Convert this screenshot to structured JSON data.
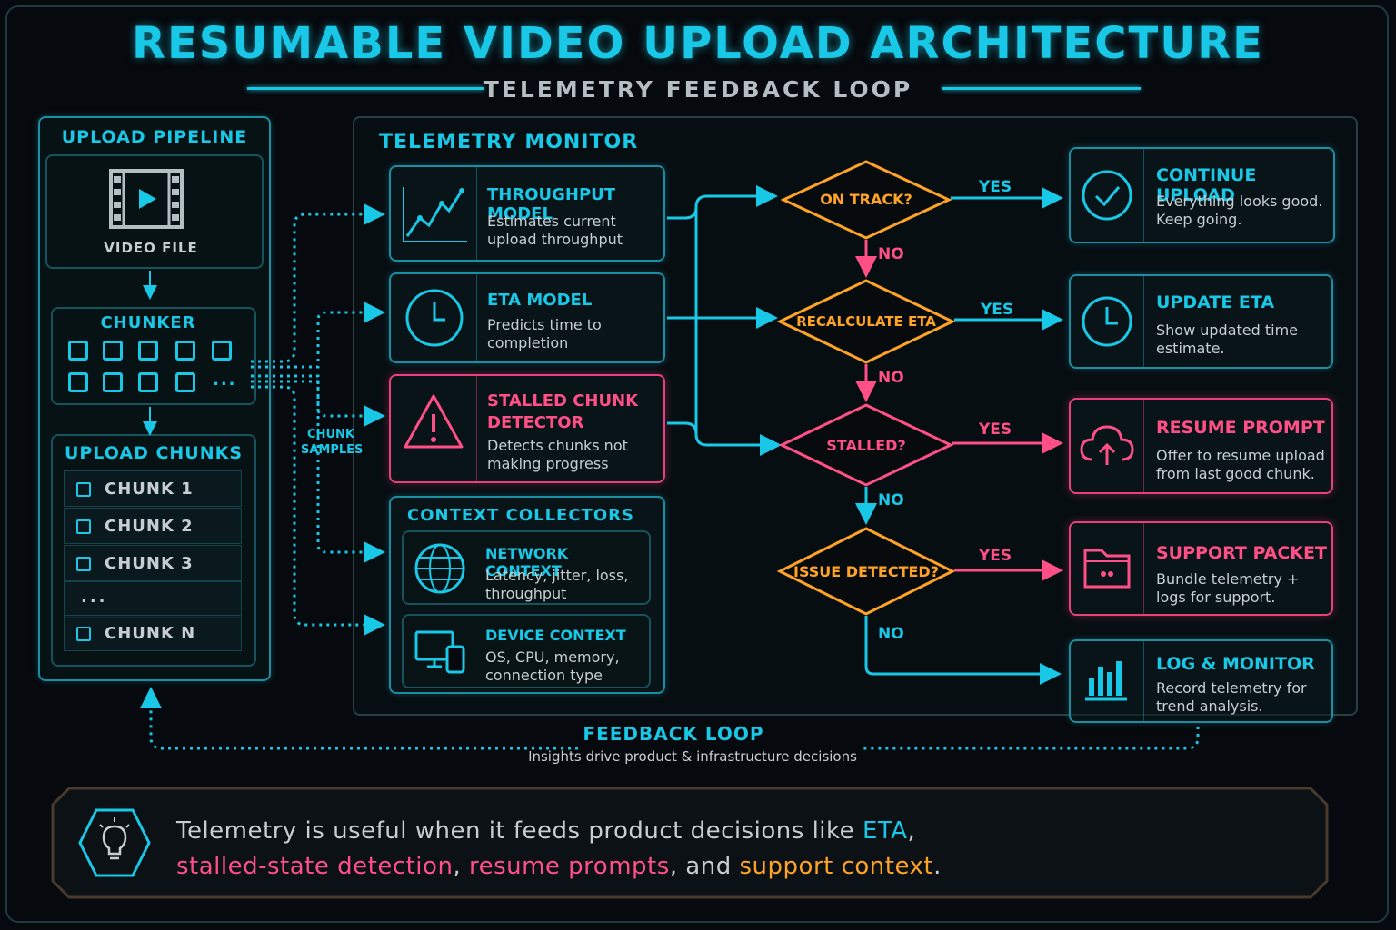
{
  "title": "RESUMABLE VIDEO UPLOAD ARCHITECTURE",
  "subtitle": "TELEMETRY FEEDBACK LOOP",
  "pipeline": {
    "header": "UPLOAD PIPELINE",
    "video_label": "VIDEO FILE",
    "chunker_label": "CHUNKER",
    "chunker_ellipsis": "...",
    "chunks_header": "UPLOAD CHUNKS",
    "chunks": [
      "CHUNK 1",
      "CHUNK 2",
      "CHUNK 3",
      "CHUNK N"
    ],
    "chunks_ellipsis": "...",
    "samples_label": "CHUNK SAMPLES"
  },
  "monitor": {
    "header": "TELEMETRY MONITOR",
    "throughput": {
      "title": "THROUGHPUT MODEL",
      "desc": "Estimates current upload throughput"
    },
    "eta": {
      "title": "ETA MODEL",
      "desc": "Predicts time to completion"
    },
    "stalled": {
      "title": "STALLED CHUNK DETECTOR",
      "desc": "Detects chunks not making progress"
    },
    "context": {
      "header": "CONTEXT COLLECTORS",
      "network": {
        "title": "NETWORK CONTEXT",
        "desc": "Latency, jitter, loss, throughput"
      },
      "device": {
        "title": "DEVICE CONTEXT",
        "desc": "OS, CPU, memory, connection type"
      }
    }
  },
  "decisions": {
    "on_track": "ON TRACK?",
    "recalc": "RECALCULATE ETA",
    "stalled": "STALLED?",
    "issue": "ISSUE DETECTED?",
    "yes": "YES",
    "no": "NO"
  },
  "outcomes": {
    "continue": {
      "title": "CONTINUE UPLOAD",
      "desc": "Everything looks good. Keep going."
    },
    "update_eta": {
      "title": "UPDATE ETA",
      "desc": "Show updated time estimate."
    },
    "resume": {
      "title": "RESUME PROMPT",
      "desc": "Offer to resume upload from last good chunk."
    },
    "support": {
      "title": "SUPPORT PACKET",
      "desc": "Bundle telemetry + logs for support."
    },
    "log": {
      "title": "LOG & MONITOR",
      "desc": "Record telemetry for trend analysis."
    }
  },
  "feedback": {
    "title": "FEEDBACK LOOP",
    "desc": "Insights drive product & infrastructure decisions"
  },
  "footer": {
    "p1": "Telemetry is useful when it feeds product decisions like ",
    "eta": "ETA",
    "p2": ",",
    "stalled": "stalled-state detection",
    "p3": ", ",
    "resume": "resume prompts",
    "p4": ", and ",
    "support": "support context",
    "p5": "."
  },
  "colors": {
    "cyan": "#19c8e6",
    "pink": "#ff4f87",
    "orange": "#ffa326",
    "background": "#06090d"
  }
}
